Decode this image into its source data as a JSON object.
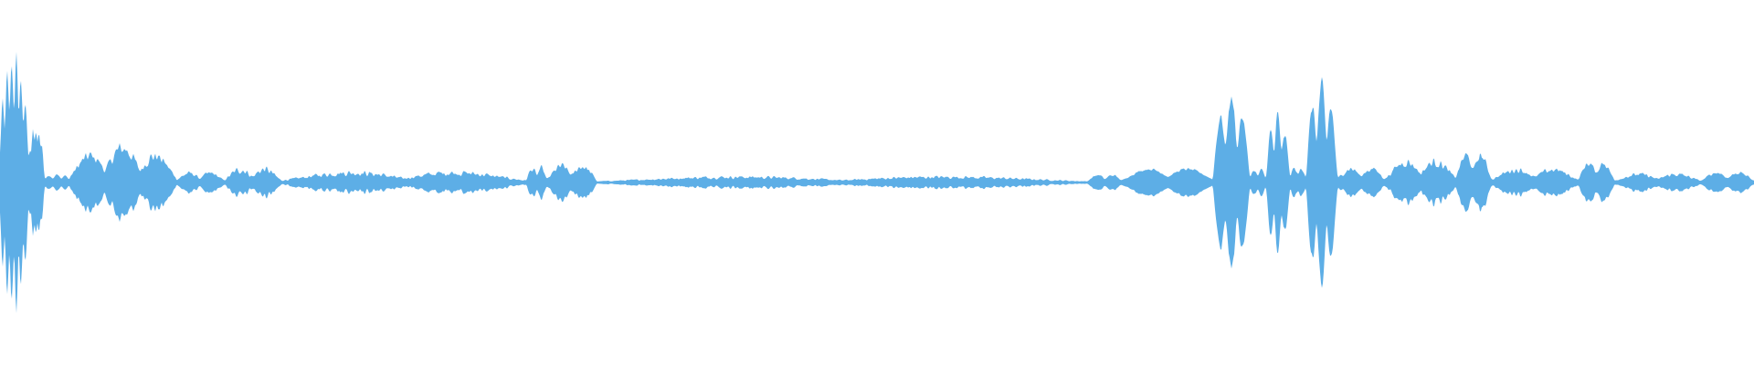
{
  "waveform": {
    "color": "#5daee6",
    "background": "#ffffff",
    "segments": [
      {
        "from": 0.0,
        "to": 0.016,
        "peak": 0.85,
        "density": 6,
        "jitter": 0.25
      },
      {
        "from": 0.016,
        "to": 0.025,
        "peak": 0.42,
        "density": 5,
        "jitter": 0.3
      },
      {
        "from": 0.025,
        "to": 0.04,
        "peak": 0.06,
        "density": 3,
        "jitter": 0.3
      },
      {
        "from": 0.04,
        "to": 0.1,
        "peak": 0.26,
        "density": 3,
        "jitter": 0.5
      },
      {
        "from": 0.1,
        "to": 0.128,
        "peak": 0.08,
        "density": 2,
        "jitter": 0.5
      },
      {
        "from": 0.128,
        "to": 0.16,
        "peak": 0.12,
        "density": 2,
        "jitter": 0.6
      },
      {
        "from": 0.16,
        "to": 0.3,
        "peak": 0.09,
        "density": 2,
        "jitter": 0.6
      },
      {
        "from": 0.3,
        "to": 0.312,
        "peak": 0.12,
        "density": 2,
        "jitter": 0.5
      },
      {
        "from": 0.312,
        "to": 0.34,
        "peak": 0.14,
        "density": 2,
        "jitter": 0.5
      },
      {
        "from": 0.34,
        "to": 0.62,
        "peak": 0.05,
        "density": 2,
        "jitter": 0.6
      },
      {
        "from": 0.62,
        "to": 0.64,
        "peak": 0.06,
        "density": 2,
        "jitter": 0.4
      },
      {
        "from": 0.64,
        "to": 0.692,
        "peak": 0.1,
        "density": 2,
        "jitter": 0.25
      },
      {
        "from": 0.692,
        "to": 0.712,
        "peak": 0.55,
        "density": 3,
        "jitter": 0.2
      },
      {
        "from": 0.712,
        "to": 0.722,
        "peak": 0.1,
        "density": 2,
        "jitter": 0.4
      },
      {
        "from": 0.722,
        "to": 0.735,
        "peak": 0.45,
        "density": 3,
        "jitter": 0.3
      },
      {
        "from": 0.735,
        "to": 0.745,
        "peak": 0.12,
        "density": 2,
        "jitter": 0.4
      },
      {
        "from": 0.745,
        "to": 0.762,
        "peak": 0.63,
        "density": 3,
        "jitter": 0.2
      },
      {
        "from": 0.762,
        "to": 0.79,
        "peak": 0.12,
        "density": 2,
        "jitter": 0.5
      },
      {
        "from": 0.79,
        "to": 0.83,
        "peak": 0.18,
        "density": 2,
        "jitter": 0.5
      },
      {
        "from": 0.83,
        "to": 0.85,
        "peak": 0.22,
        "density": 2,
        "jitter": 0.4
      },
      {
        "from": 0.85,
        "to": 0.9,
        "peak": 0.11,
        "density": 2,
        "jitter": 0.5
      },
      {
        "from": 0.9,
        "to": 0.92,
        "peak": 0.16,
        "density": 2,
        "jitter": 0.4
      },
      {
        "from": 0.92,
        "to": 0.97,
        "peak": 0.07,
        "density": 2,
        "jitter": 0.5
      },
      {
        "from": 0.97,
        "to": 1.0,
        "peak": 0.08,
        "density": 2,
        "jitter": 0.4
      }
    ]
  }
}
